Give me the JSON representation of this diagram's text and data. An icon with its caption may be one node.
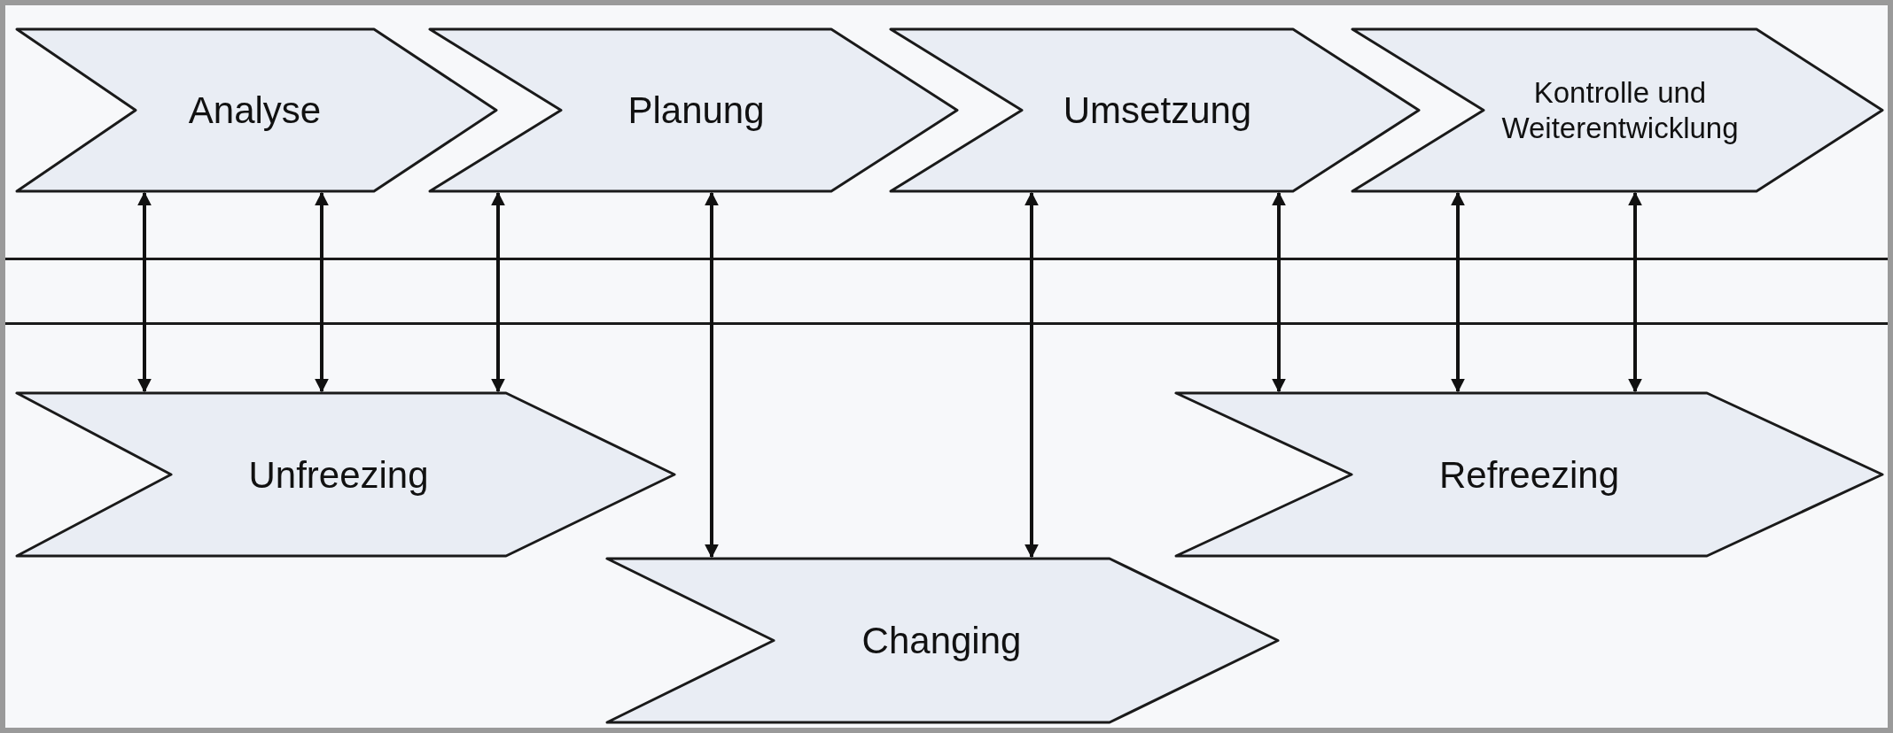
{
  "diagram": {
    "nodes": [
      {
        "text": [
          "Analyse"
        ]
      },
      {
        "text": [
          "Planung"
        ]
      },
      {
        "text": [
          "Umsetzung"
        ]
      },
      {
        "text": [
          "Kontrolle und Weiterentwicklung"
        ]
      },
      {
        "text": [
          "Unfreezing"
        ]
      },
      {
        "text": [
          "Changing"
        ]
      },
      {
        "text": [
          "Refreezing"
        ]
      }
    ],
    "edges": [
      {
        "from": 0,
        "to": 4,
        "arrow": "both"
      },
      {
        "from": 0,
        "to": 4,
        "arrow": "both"
      },
      {
        "from": 1,
        "to": 4,
        "arrow": "both"
      },
      {
        "from": 1,
        "to": 5,
        "arrow": "both"
      },
      {
        "from": 2,
        "to": 5,
        "arrow": "both"
      },
      {
        "from": 2,
        "to": 6,
        "arrow": "both"
      },
      {
        "from": 3,
        "to": 6,
        "arrow": "both"
      },
      {
        "from": 3,
        "to": 6,
        "arrow": "both"
      }
    ]
  }
}
